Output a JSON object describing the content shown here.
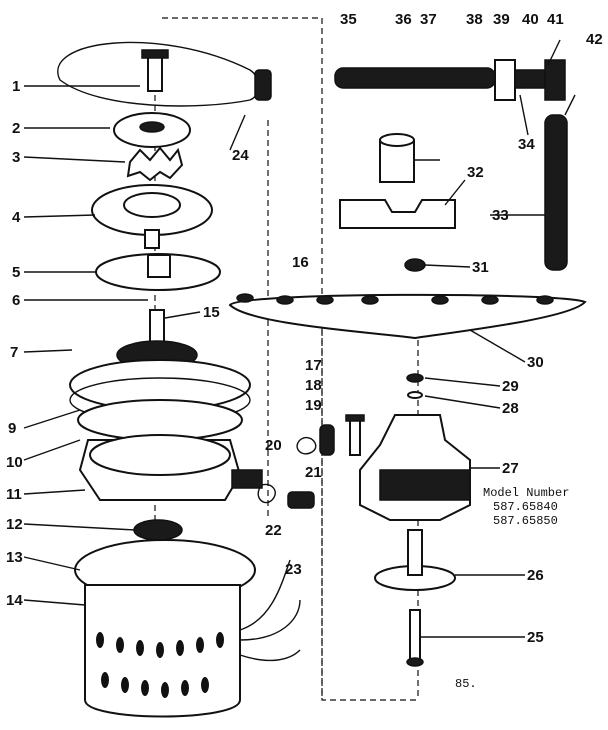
{
  "model": {
    "heading": "Model Number",
    "numbers": [
      "587.65840",
      "587.65850"
    ]
  },
  "page_number": "85.",
  "callouts": [
    "1",
    "2",
    "3",
    "4",
    "5",
    "6",
    "7",
    "9",
    "10",
    "11",
    "12",
    "13",
    "14",
    "15",
    "16",
    "17",
    "18",
    "19",
    "20",
    "21",
    "22",
    "23",
    "24",
    "25",
    "26",
    "27",
    "28",
    "29",
    "30",
    "31",
    "32",
    "33",
    "34",
    "35",
    "36",
    "37",
    "38",
    "39",
    "40",
    "41",
    "42"
  ]
}
